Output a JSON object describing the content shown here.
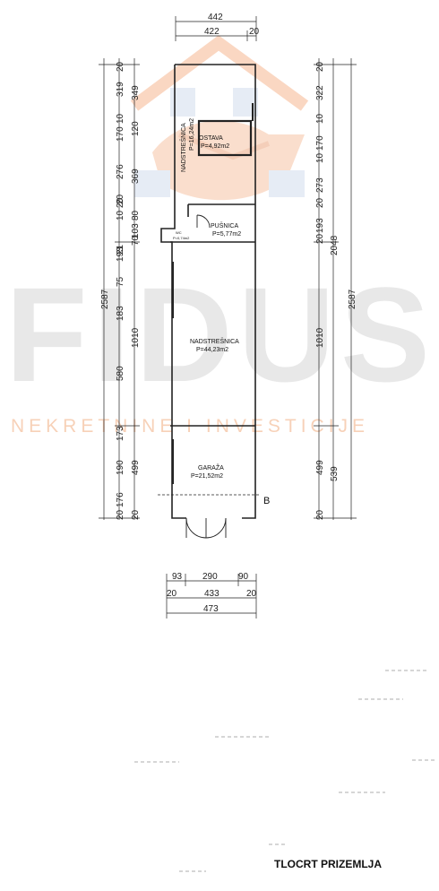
{
  "watermark": {
    "brand": "FIDUS",
    "tagline": "NEKRETNINE I INVESTICIJE"
  },
  "rooms": {
    "ostava": {
      "name": "OSTAVA",
      "area": "P=4,92m2"
    },
    "nadstresnica_small": {
      "name": "NADSTREŠNICA",
      "area": "P=16,24m2"
    },
    "pusnica": {
      "name": "PUŠNICA",
      "area": "P=5,77m2"
    },
    "wc": {
      "name": "WC",
      "area": "P=0,74m2"
    },
    "nadstresnica_large": {
      "name": "NADSTREŠNICA",
      "area": "P=44,23m2"
    },
    "garaza": {
      "name": "GARAŽA",
      "area": "P=21,52m2"
    }
  },
  "dims_top": [
    "442",
    "422",
    "20"
  ],
  "dims_bottom": {
    "row1": [
      "93",
      "290",
      "90"
    ],
    "row2": [
      "20",
      "433",
      "20"
    ],
    "total": "473"
  },
  "dims_left_inner": [
    "20",
    "319",
    "10",
    "170",
    "20",
    "276",
    "20",
    "10",
    "21",
    "193",
    "75",
    "183",
    "580",
    "173",
    "190",
    "176",
    "20"
  ],
  "dims_left_extra": [
    "349",
    "120",
    "369",
    "103",
    "80",
    "70",
    "1010",
    "499",
    "20"
  ],
  "dims_left_total": "2587",
  "dims_right": [
    "20",
    "322",
    "10",
    "170",
    "10",
    "273",
    "20",
    "193",
    "20",
    "1010",
    "499",
    "20"
  ],
  "dims_right_mid": [
    "2048",
    "539"
  ],
  "dims_right_total": "2587",
  "section_mark": "B",
  "drawing_title": "TLOCRT PRIZEMLJA"
}
